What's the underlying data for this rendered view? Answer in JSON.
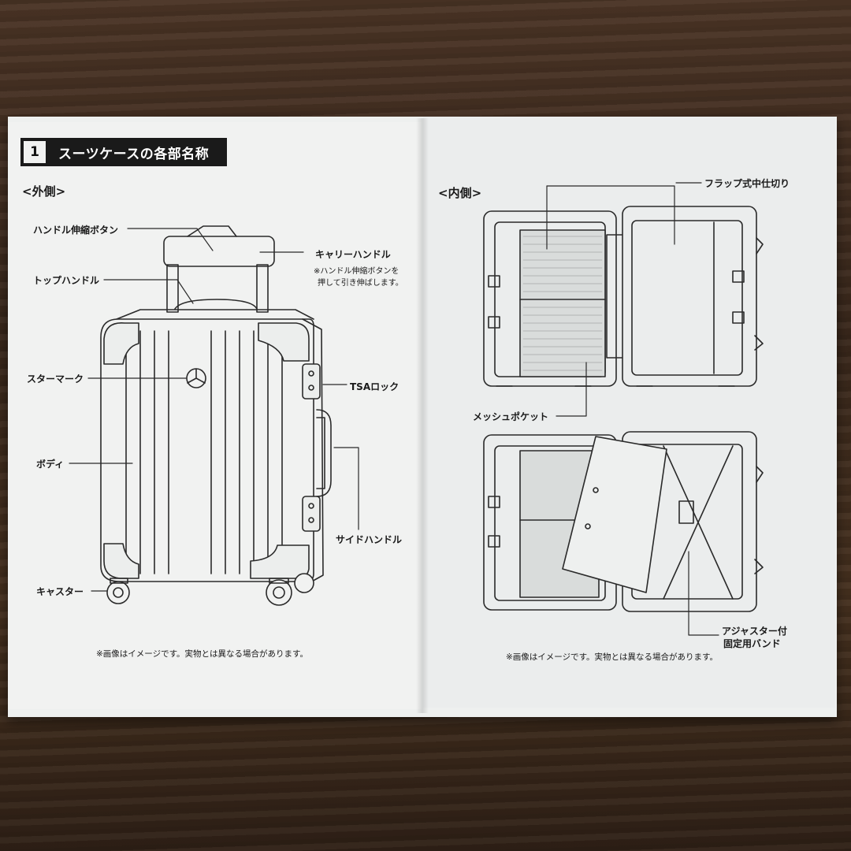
{
  "section": {
    "number": "1",
    "title": "スーツケースの各部名称"
  },
  "left": {
    "subtitle": "<外側>",
    "labels": {
      "handle_button": "ハンドル伸縮ボタン",
      "carry_handle": "キャリーハンドル",
      "carry_note_line1": "※ハンドル伸縮ボタンを",
      "carry_note_line2": "押して引き伸ばします。",
      "top_handle": "トップハンドル",
      "star_mark": "スターマーク",
      "tsa_lock": "TSAロック",
      "body": "ボディ",
      "side_handle": "サイドハンドル",
      "caster": "キャスター"
    },
    "disclaimer": "※画像はイメージです。実物とは異なる場合があります。"
  },
  "right": {
    "subtitle": "<内側>",
    "labels": {
      "flap": "フラップ式中仕切り",
      "mesh_pocket": "メッシュポケット",
      "band_line1": "アジャスター付",
      "band_line2": "固定用バンド"
    },
    "disclaimer": "※画像はイメージです。実物とは異なる場合があります。"
  }
}
